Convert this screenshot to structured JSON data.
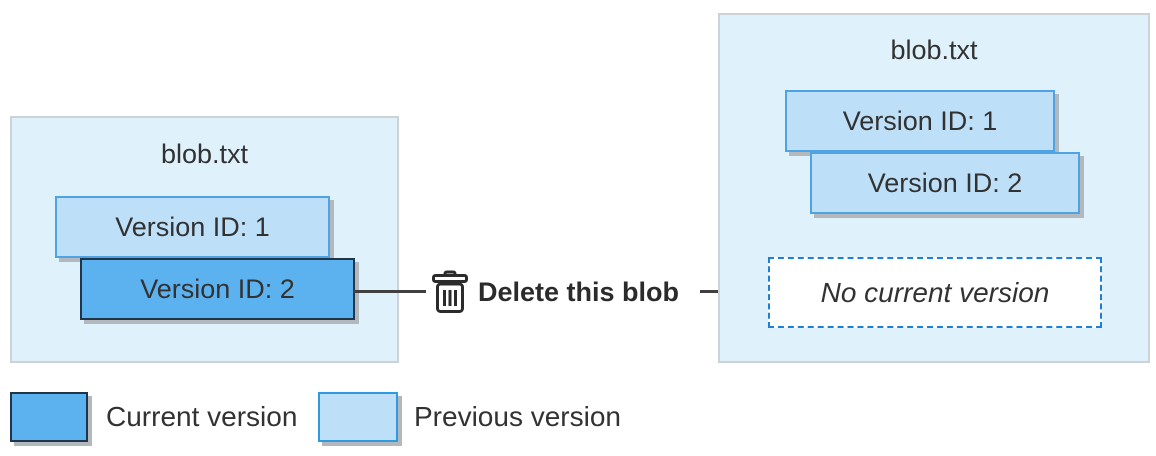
{
  "before": {
    "title": "blob.txt",
    "versions": [
      {
        "label": "Version ID: 1",
        "state": "previous"
      },
      {
        "label": "Version ID: 2",
        "state": "current"
      }
    ]
  },
  "action": {
    "label": "Delete this blob",
    "icon": "trash-icon"
  },
  "after": {
    "title": "blob.txt",
    "versions": [
      {
        "label": "Version ID: 1",
        "state": "previous"
      },
      {
        "label": "Version ID: 2",
        "state": "previous"
      }
    ],
    "no_current_label": "No current version"
  },
  "legend": {
    "items": [
      {
        "label": "Current version",
        "color": "#5cb2ef"
      },
      {
        "label": "Previous version",
        "color": "#bddff7"
      }
    ]
  },
  "colors": {
    "container_fill": "#dff1fb",
    "container_border": "#ccd2d6",
    "current_version_fill": "#5cb2ef",
    "current_version_border": "#20344a",
    "previous_version_fill": "#bddff7",
    "previous_version_border": "#4fa3e3",
    "dashed_border": "#1e7fd4",
    "connector": "#404040",
    "shadow": "#b3b8bd",
    "text": "#323232"
  }
}
